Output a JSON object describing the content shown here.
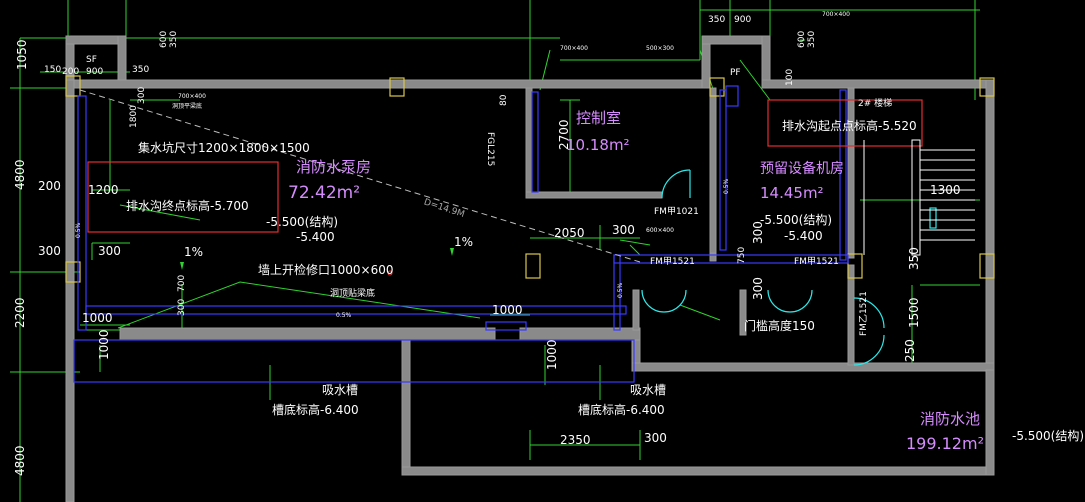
{
  "rooms": {
    "pump_room": {
      "name": "消防水泵房",
      "area": "72.42m²"
    },
    "control_room": {
      "name": "控制室",
      "area": "10.18m²"
    },
    "reserved_room": {
      "name": "预留设备机房",
      "area": "14.45m²"
    },
    "fire_pool": {
      "name": "消防水池",
      "area": "199.12m²"
    }
  },
  "annotations": {
    "sump_size": "集水坑尺寸1200×1800×1500",
    "ditch_end_elev": "排水沟终点标高-5.700",
    "ditch_start_elev": "排水沟起点点标高-5.520",
    "struct_elev_1": "-5.500(结构)",
    "finish_elev_1": "-5.400",
    "struct_elev_2": "-5.500(结构)",
    "finish_elev_2": "-5.400",
    "struct_elev_3": "-5.500(结构)",
    "wall_opening": "墙上开检修口1000×600",
    "beam_bottom": "洞顶贴梁底",
    "suction_tank_1": "吸水槽",
    "suction_tank_2": "吸水槽",
    "tank_bottom_1": "槽底标高-6.400",
    "tank_bottom_2": "槽底标高-6.400",
    "threshold": "门槛高度150",
    "stair_tag": "2# 楼梯",
    "slope_1": "1%",
    "slope_2": "1%",
    "slope_small_1": "0.5%",
    "slope_small_2": "0.5%",
    "slope_small_3": "0.5%",
    "slope_small_4": "0.5%",
    "diagonal": "D=14.9M",
    "beam_note": "洞顶平梁底",
    "door_1": "FM甲1021",
    "door_2": "FM甲1521",
    "door_3": "FM甲1521",
    "door_4": "FM乙1521",
    "sf": "SF",
    "pf": "PF",
    "fgl": "FGL215",
    "opening_1": "700×400",
    "opening_2": "700×400",
    "opening_3": "500×300",
    "opening_4": "700×400",
    "opening_5": "600×400"
  },
  "dimensions": {
    "left_1050": "1050",
    "left_4800a": "4800",
    "left_2200": "2200",
    "left_4800b": "4800",
    "l150": "150",
    "l200": "200",
    "l900": "900",
    "l350": "350",
    "l600": "600",
    "l350b": "350",
    "d1800": "1800",
    "d300a": "300",
    "d1200": "1200",
    "d200": "200",
    "d300b": "300",
    "d700": "700",
    "d300c": "300",
    "d1000a": "1000",
    "d1000b": "1000",
    "d1000c": "1000",
    "d1000d": "1000",
    "d2050": "2050",
    "d300d": "300",
    "d2700": "2700",
    "d80": "80",
    "d300e": "300",
    "d300f": "300",
    "d2350": "2350",
    "d300g": "300",
    "d350a": "350",
    "d900b": "900",
    "d600b": "600",
    "d350c": "350",
    "d350d": "350",
    "d1500": "1500",
    "d250": "250",
    "d1300": "1300",
    "d750": "750",
    "d100": "100"
  }
}
